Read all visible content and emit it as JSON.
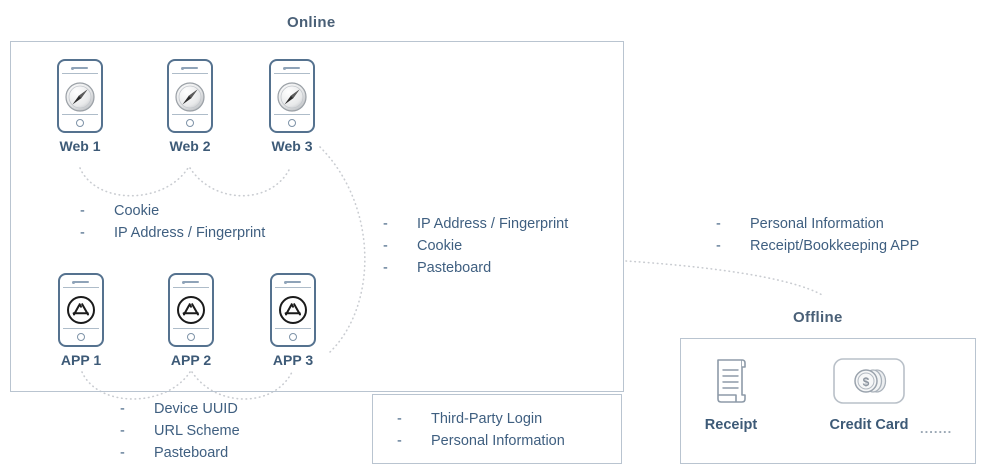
{
  "sections": {
    "online_title": "Online",
    "offline_title": "Offline"
  },
  "online": {
    "web_devices": [
      {
        "label": "Web 1",
        "icon": "safari-compass-icon"
      },
      {
        "label": "Web 2",
        "icon": "safari-compass-icon"
      },
      {
        "label": "Web 3",
        "icon": "safari-compass-icon"
      }
    ],
    "app_devices": [
      {
        "label": "APP 1",
        "icon": "app-store-icon"
      },
      {
        "label": "APP 2",
        "icon": "app-store-icon"
      },
      {
        "label": "APP 3",
        "icon": "app-store-icon"
      }
    ],
    "web_identifiers": {
      "items": [
        "Cookie",
        "IP Address / Fingerprint"
      ],
      "bullet": "-"
    },
    "cross_identifiers": {
      "items": [
        "IP Address / Fingerprint",
        "Cookie",
        "Pasteboard"
      ],
      "bullet": "-"
    },
    "app_identifiers": {
      "items": [
        "Device UUID",
        "URL Scheme",
        "Pasteboard"
      ],
      "bullet": "-"
    },
    "linking_box": {
      "items": [
        "Third-Party Login",
        "Personal Information"
      ],
      "bullet": "-"
    }
  },
  "bridge": {
    "items": [
      "Personal Information",
      "Receipt/Bookkeeping APP"
    ],
    "bullet": "-"
  },
  "offline": {
    "items": [
      {
        "label": "Receipt",
        "icon": "receipt-document-icon"
      },
      {
        "label": "Credit Card",
        "icon": "coins-dollar-card-icon"
      }
    ],
    "ellipsis": "......."
  },
  "colors": {
    "box_border": "#b9c4d0",
    "text": "#3f5f80",
    "title": "#4a6077",
    "device_stroke": "#55728f",
    "dotted": "#c9ccd1"
  }
}
